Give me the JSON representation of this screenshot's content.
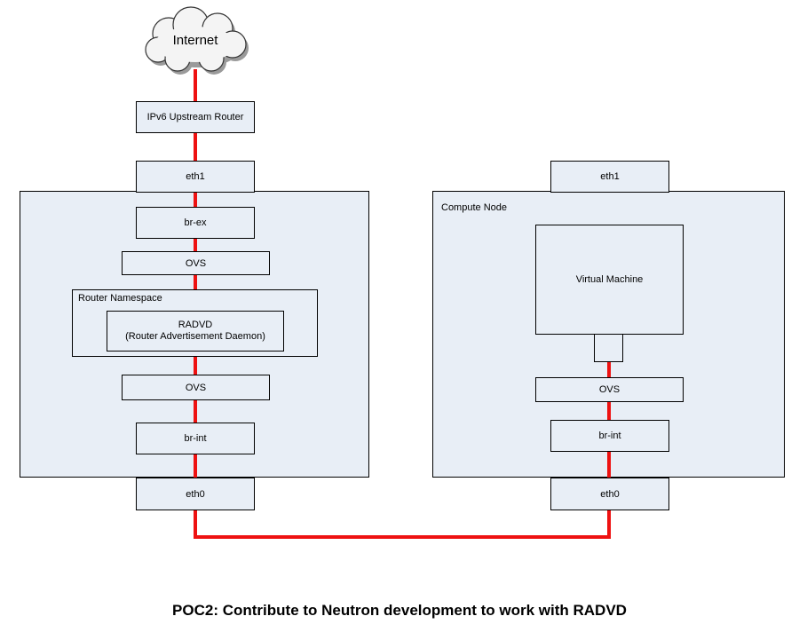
{
  "internet": {
    "label": "Internet"
  },
  "network_node": {
    "upstream_router": "IPv6 Upstream Router",
    "eth1": "eth1",
    "br_ex": "br-ex",
    "ovs_top": "OVS",
    "router_namespace": {
      "label": "Router Namespace",
      "radvd_line1": "RADVD",
      "radvd_line2": "(Router Advertisement Daemon)"
    },
    "ovs_bottom": "OVS",
    "br_int": "br-int",
    "eth0": "eth0"
  },
  "compute_node": {
    "label": "Compute Node",
    "eth1": "eth1",
    "vm": "Virtual Machine",
    "ovs": "OVS",
    "br_int": "br-int",
    "eth0": "eth0"
  },
  "caption": "POC2: Contribute to Neutron development to work with RADVD",
  "colors": {
    "link": "#ee1111",
    "box_fill": "#e8eef6",
    "border": "#000000"
  }
}
